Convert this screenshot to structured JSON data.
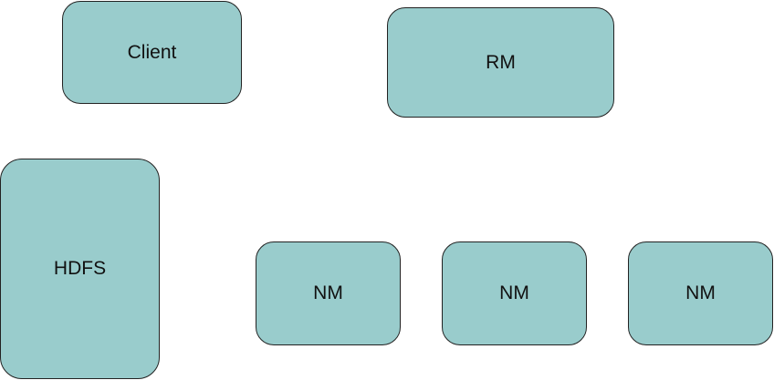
{
  "colors": {
    "box_fill": "#99cccc",
    "box_border": "#222222",
    "background": "#ffffff"
  },
  "nodes": {
    "client": {
      "label": "Client"
    },
    "rm": {
      "label": "RM"
    },
    "hdfs": {
      "label": "HDFS"
    },
    "nm": [
      {
        "label": "NM"
      },
      {
        "label": "NM"
      },
      {
        "label": "NM"
      }
    ]
  }
}
